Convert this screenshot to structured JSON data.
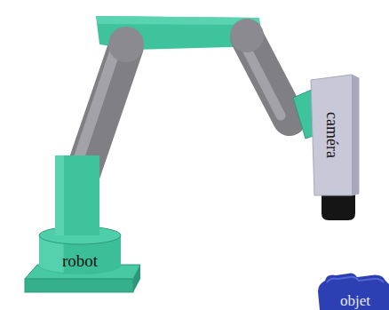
{
  "diagram": {
    "nodes": [
      {
        "text": [
          "robot"
        ]
      },
      {
        "text": [
          "caméra"
        ]
      },
      {
        "text": [
          "objet"
        ]
      }
    ]
  }
}
